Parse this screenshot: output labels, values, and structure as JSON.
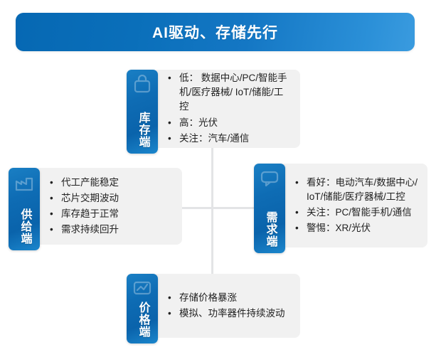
{
  "title": {
    "text": "AI驱动、存储先行",
    "bg_start": "#0668b3",
    "bg_end": "#3a9bdf",
    "text_color": "#ffffff"
  },
  "theme": {
    "tab_blue_dark": "#0a63ab",
    "tab_blue_light": "#1b86cc",
    "panel_bg": "#f1f1f1",
    "connector_color": "#e3e4e6",
    "body_text": "#222222"
  },
  "blocks": {
    "inventory": {
      "label": "库存端",
      "icon": "lock-icon",
      "bullets": [
        "低： 数据中心/PC/智能手机/医疗器械/ IoT/储能/工控",
        "高：光伏",
        "关注：汽车/通信"
      ]
    },
    "supply": {
      "label": "供给端",
      "icon": "factory-icon",
      "bullets": [
        "代工产能稳定",
        "芯片交期波动",
        "库存趋于正常",
        "需求持续回升"
      ]
    },
    "demand": {
      "label": "需求端",
      "icon": "speech-bubble-icon",
      "bullets": [
        "看好：电动汽车/数据中心/ IoT/储能/医疗器械/工控",
        "关注：PC/智能手机/通信",
        "警惕：XR/光伏"
      ]
    },
    "price": {
      "label": "价格端",
      "icon": "trend-chart-icon",
      "bullets": [
        "存储价格暴涨",
        "模拟、功率器件持续波动"
      ]
    }
  },
  "bullet_marker": "•"
}
